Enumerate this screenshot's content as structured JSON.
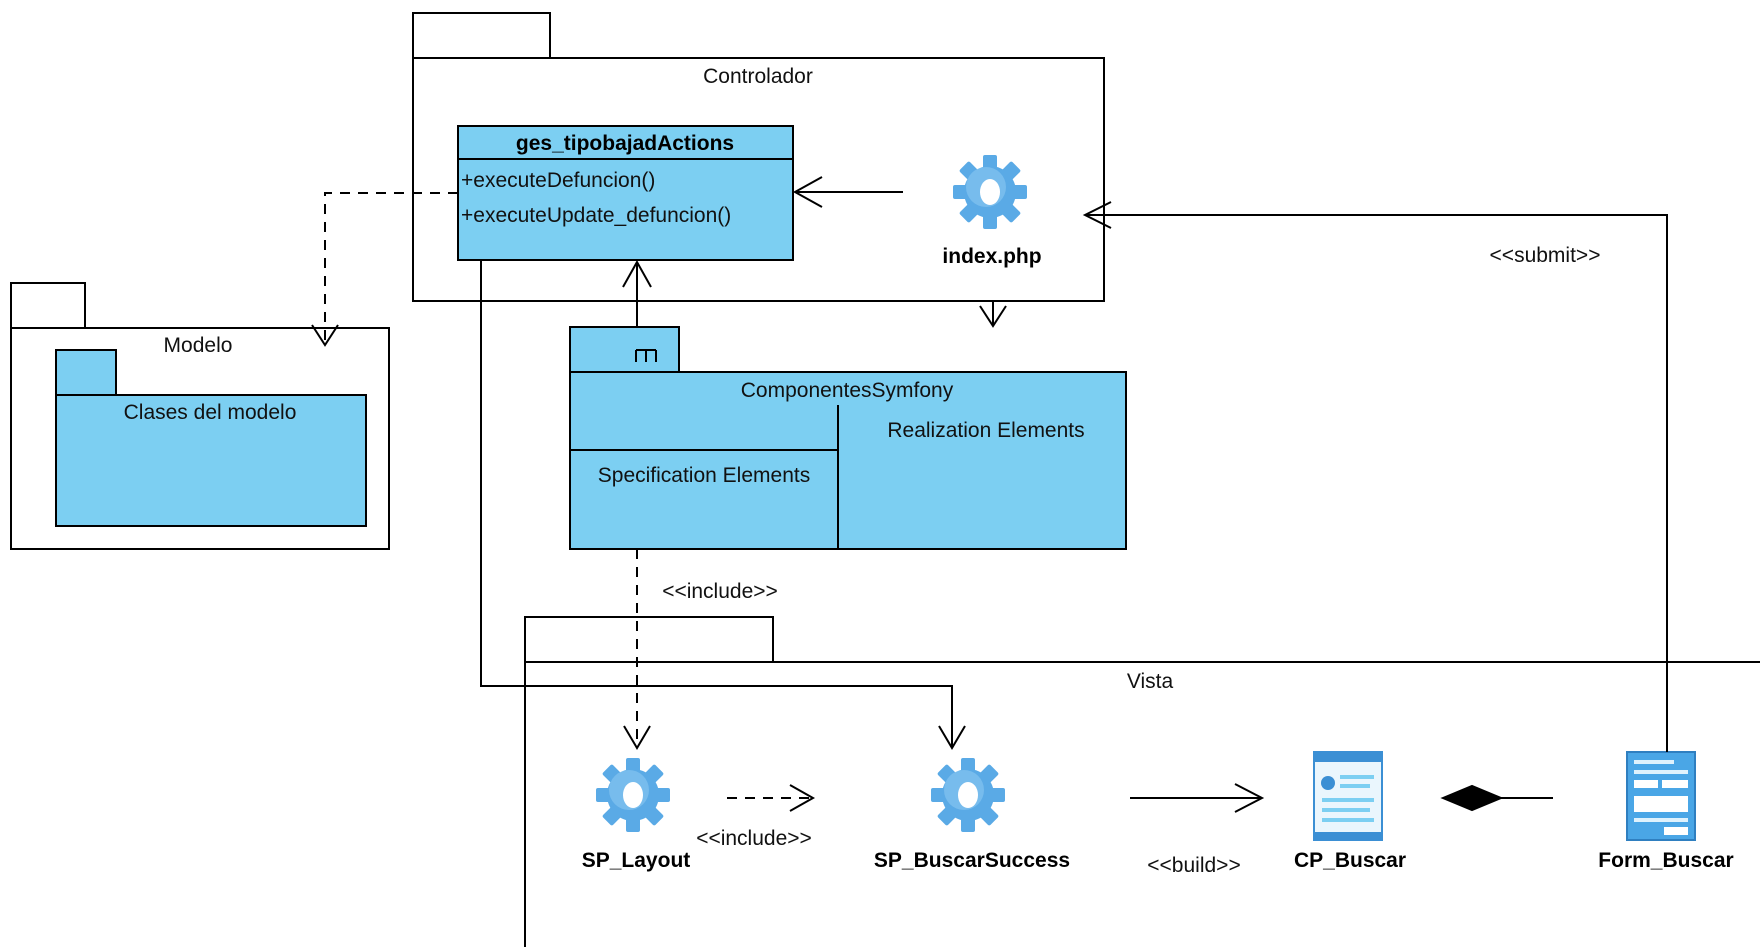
{
  "packages": {
    "controlador": {
      "label": "Controlador"
    },
    "modelo": {
      "label": "Modelo",
      "inner_label": "Clases del modelo"
    },
    "componentes": {
      "label": "ComponentesSymfony",
      "spec_label": "Specification Elements",
      "real_label": "Realization Elements"
    },
    "vista": {
      "label": "Vista"
    }
  },
  "class_box": {
    "name": "ges_tipobajadActions",
    "methods": [
      "+executeDefuncion()",
      "+executeUpdate_defuncion()"
    ]
  },
  "nodes": {
    "index": {
      "label": "index.php",
      "icon": "gear-icon"
    },
    "sp_layout": {
      "label": "SP_Layout",
      "icon": "gear-icon"
    },
    "sp_buscar": {
      "label": "SP_BuscarSuccess",
      "icon": "gear-icon"
    },
    "cp_buscar": {
      "label": "CP_Buscar",
      "icon": "web-page-icon"
    },
    "form_buscar": {
      "label": "Form_Buscar",
      "icon": "web-form-icon"
    }
  },
  "stereotypes": {
    "submit": "<<submit>>",
    "include_top": "<<include>>",
    "include_bottom": "<<include>>",
    "build": "<<build>>"
  },
  "colors": {
    "fill": "#7ccff2",
    "stroke": "#000000",
    "gear": "#3b8fd4",
    "background": "#ffffff"
  }
}
